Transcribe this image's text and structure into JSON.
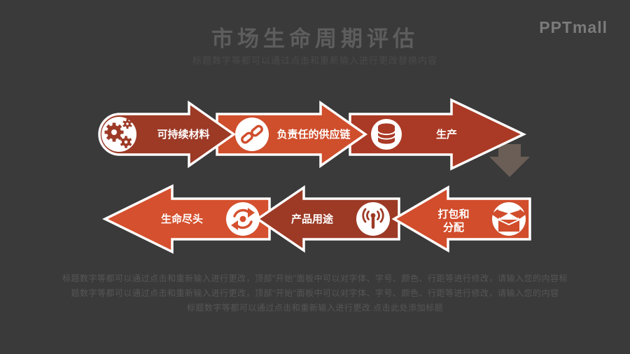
{
  "slide": {
    "background": "#3a3a3a",
    "title": "市场生命周期评估",
    "subtitle": "标题数字等都可以通过点击和重新输入进行更改替换内容",
    "logo": "PPTmall"
  },
  "process": {
    "top_row": [
      {
        "label": "可持续材料",
        "icon": "gears-icon",
        "color": "#9c3a26"
      },
      {
        "label": "负责任的供应链",
        "icon": "chain-links-icon",
        "color": "#cf4e2c"
      },
      {
        "label": "生产",
        "icon": "database-icon",
        "color": "#aa3a25"
      }
    ],
    "bottom_row": [
      {
        "label": "打包和分配",
        "label_line1": "打包和",
        "label_line2": "分配",
        "icon": "open-box-icon",
        "color": "#d14d2b"
      },
      {
        "label": "产品用途",
        "icon": "broadcast-signal-icon",
        "color": "#9c3a26"
      },
      {
        "label": "生命尽头",
        "icon": "recycle-arrows-icon",
        "color": "#d5502e"
      }
    ],
    "connector_color": "#6b5e56",
    "outline_color": "#ffffff",
    "icon_circle_color": "#ffffff"
  },
  "footer": {
    "line1": "标题数字等都可以通过点击和重新输入进行更改，顶部\"开始\"面板中可以对字体、字号、颜色、行距等进行修改，请输入您的内容标",
    "line2": "题数字等都可以通过点击和重新输入进行更改，顶部\"开始\"面板中可以对字体、字号、颜色、行距等进行修改，请输入您的内容",
    "line3": "标题数字等都可以通过点击和重新输入进行更改.点击此处添加标题"
  }
}
